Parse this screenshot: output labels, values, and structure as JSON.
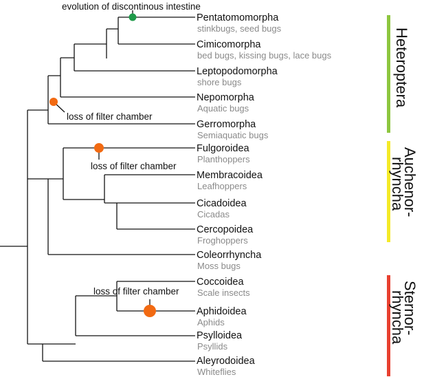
{
  "colors": {
    "orange_marker": "#f26a12",
    "green_marker": "#1f9a4a",
    "heteroptera_bar": "#8dc63f",
    "auchenorrhyncha_bar": "#f4ea28",
    "sternorrhyncha_bar": "#e8402f"
  },
  "taxa": [
    {
      "name": "Pentatomomorpha",
      "common": "stinkbugs, seed bugs"
    },
    {
      "name": "Cimicomorpha",
      "common": "bed bugs, kissing bugs, lace bugs"
    },
    {
      "name": "Leptopodomorpha",
      "common": "shore bugs"
    },
    {
      "name": "Nepomorpha",
      "common": "Aquatic bugs"
    },
    {
      "name": "Gerromorpha",
      "common": "Semiaquatic bugs"
    },
    {
      "name": "Fulgoroidea",
      "common": "Planthoppers"
    },
    {
      "name": "Membracoidea",
      "common": "Leafhoppers"
    },
    {
      "name": "Cicadoidea",
      "common": "Cicadas"
    },
    {
      "name": "Cercopoidea",
      "common": "Froghoppers"
    },
    {
      "name": "Coleorrhyncha",
      "common": "Moss bugs"
    },
    {
      "name": "Coccoidea",
      "common": "Scale insects"
    },
    {
      "name": "Aphidoidea",
      "common": "Aphids"
    },
    {
      "name": "Psylloidea",
      "common": "Psyllids"
    },
    {
      "name": "Aleyrodoidea",
      "common": "Whiteflies"
    }
  ],
  "events": [
    {
      "label": "evolution of discontinous intestine",
      "marker": "green"
    },
    {
      "label": "loss of filter chamber",
      "marker": "orange"
    },
    {
      "label": "loss of filter chamber",
      "marker": "orange"
    },
    {
      "label": "loss of filter chamber",
      "marker": "orange"
    }
  ],
  "groups": [
    {
      "lines": [
        "Heteroptera"
      ],
      "color": "#8dc63f"
    },
    {
      "lines": [
        "Auchenor-",
        "rhyncha"
      ],
      "color": "#f4ea28"
    },
    {
      "lines": [
        "Sternor-",
        "rhyncha"
      ],
      "color": "#e8402f"
    }
  ]
}
